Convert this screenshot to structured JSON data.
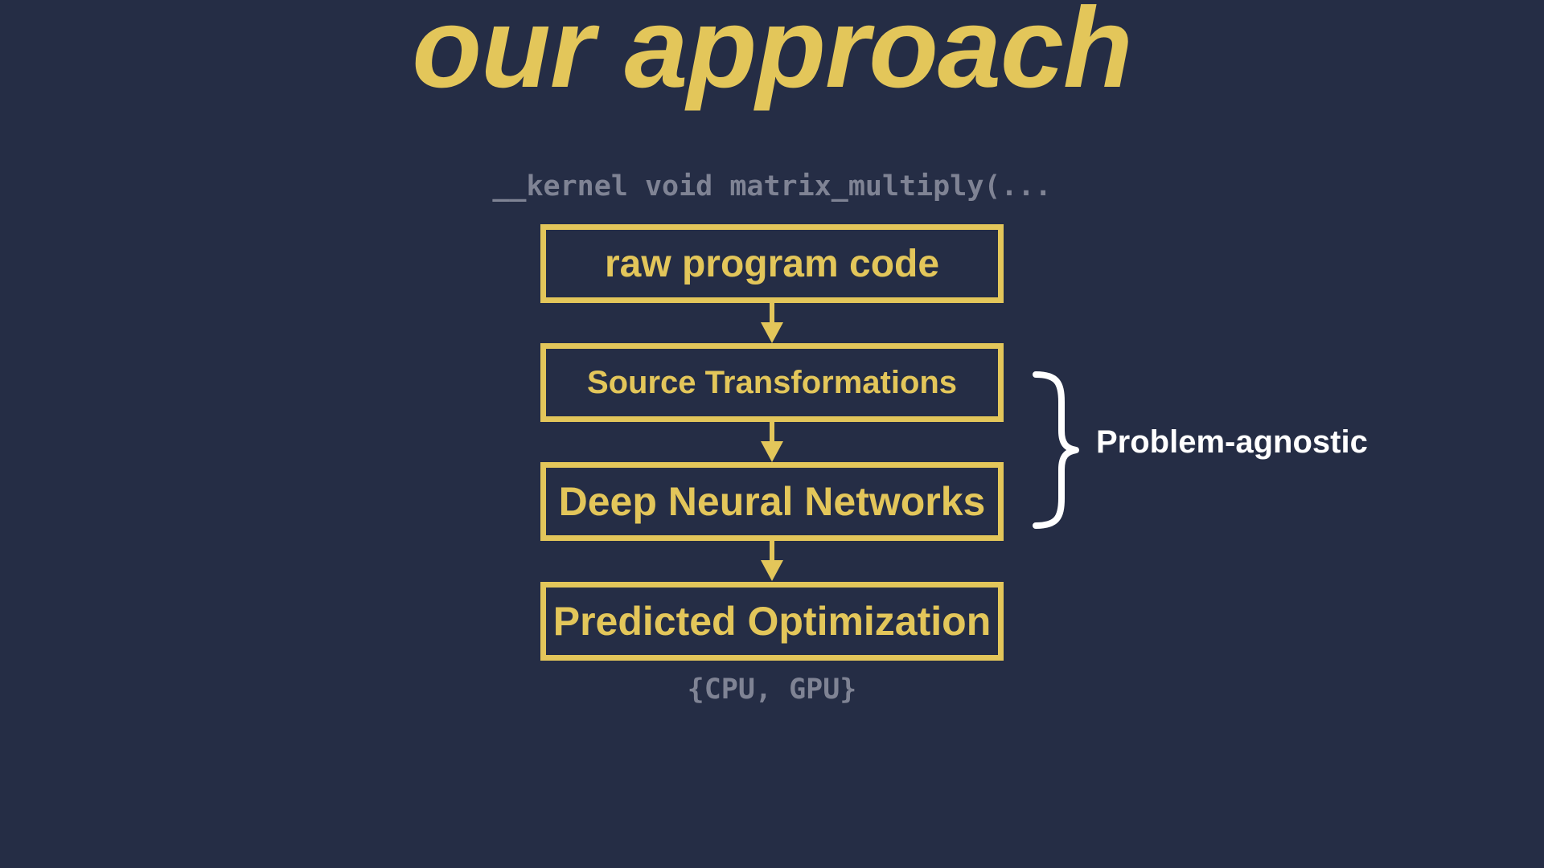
{
  "slide": {
    "title": "our approach",
    "input_code": "__kernel void matrix_multiply(...",
    "output_options": "{CPU, GPU}"
  },
  "pipeline": {
    "steps": [
      {
        "label": "raw program code"
      },
      {
        "label": "Source Transformations"
      },
      {
        "label": "Deep Neural Networks"
      },
      {
        "label": "Predicted Optimization"
      }
    ]
  },
  "annotation": {
    "label": "Problem-agnostic"
  },
  "colors": {
    "background": "#252d45",
    "accent": "#e3c65a",
    "code_text": "#7f8394",
    "annotation_text": "#ffffff"
  }
}
